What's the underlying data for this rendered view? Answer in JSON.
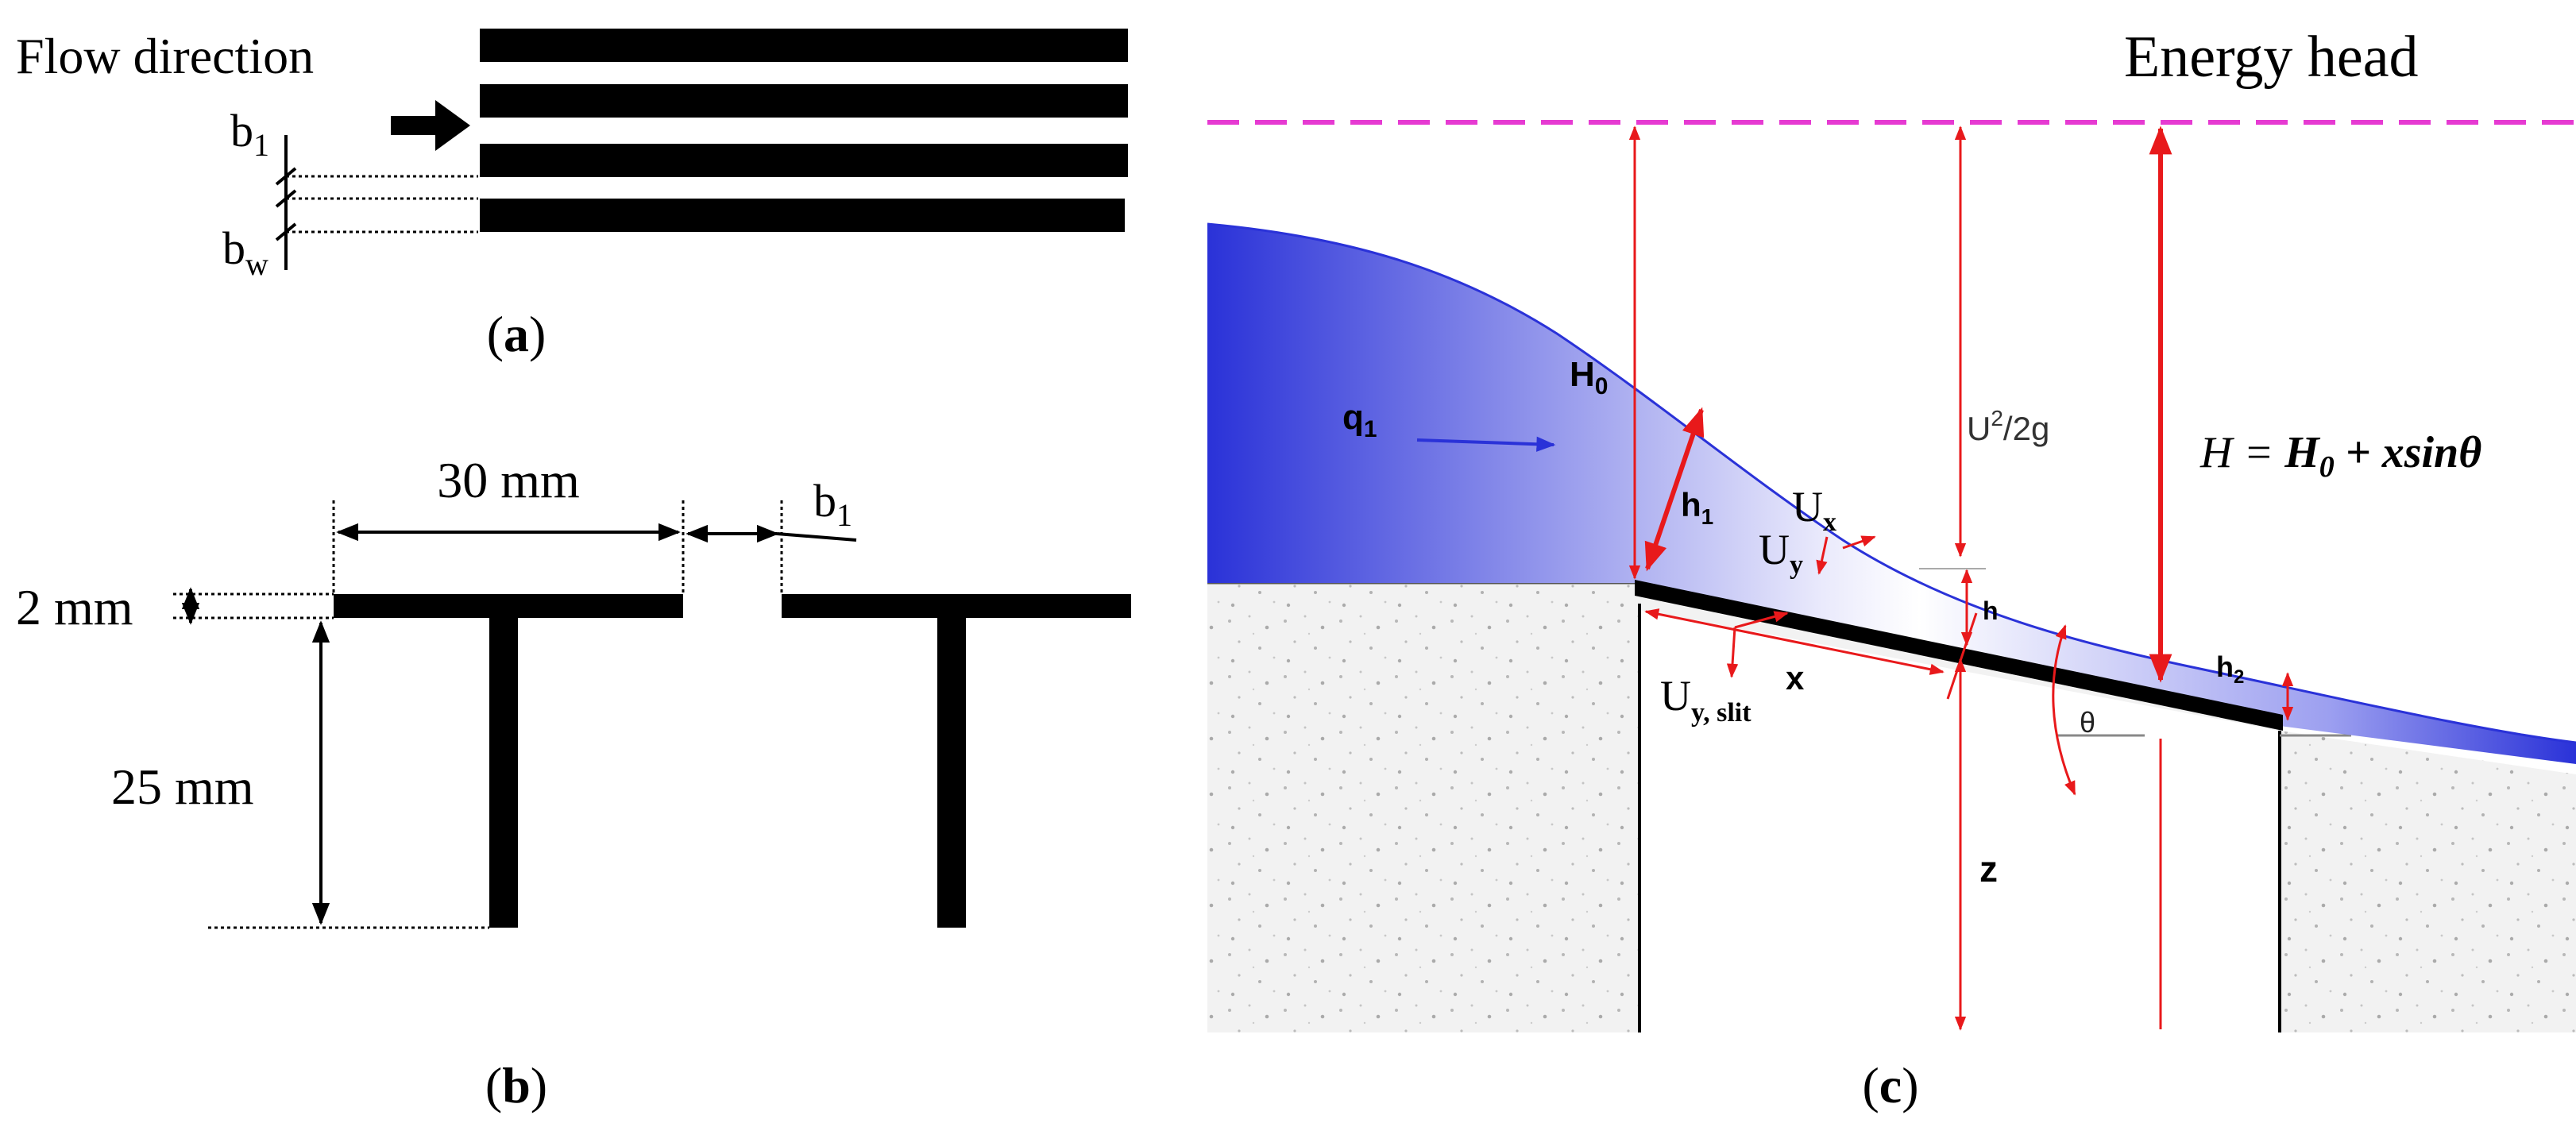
{
  "panel_a": {
    "flow_direction": "Flow direction",
    "b1": "b",
    "b1_sub": "1",
    "bw": "b",
    "bw_sub": "w",
    "label": "a"
  },
  "panel_b": {
    "width_30": "30 mm",
    "b1": "b",
    "b1_sub": "1",
    "thick_2": "2 mm",
    "height_25": "25 mm",
    "label": "b"
  },
  "panel_c": {
    "energy_head": "Energy head",
    "H0": "H",
    "H0_sub": "0",
    "q1": "q",
    "q1_sub": "1",
    "U2_2g": "U",
    "U2_sup": "2",
    "U2_tail": "/2g",
    "H_eq_H": "H = ",
    "H_eq_H0": "H",
    "H_eq_H0_sub": "0",
    "H_eq_tail": " + xsinθ",
    "h1": "h",
    "h1_sub": "1",
    "Ux": "U",
    "Ux_sub": "x",
    "Uy": "U",
    "Uy_sub": "y",
    "h": "h",
    "x": "x",
    "Uy_slit": "U",
    "Uy_slit_sub": "y, slit",
    "h2": "h",
    "h2_sub": "2",
    "theta": "θ",
    "z": "z",
    "label": "c"
  },
  "colors": {
    "water_dark": "#2a32d8",
    "water_light": "#ffffff",
    "energy_line": "#e63ad2",
    "annotation": "#e8191b",
    "ground": "#f2f2f2"
  }
}
